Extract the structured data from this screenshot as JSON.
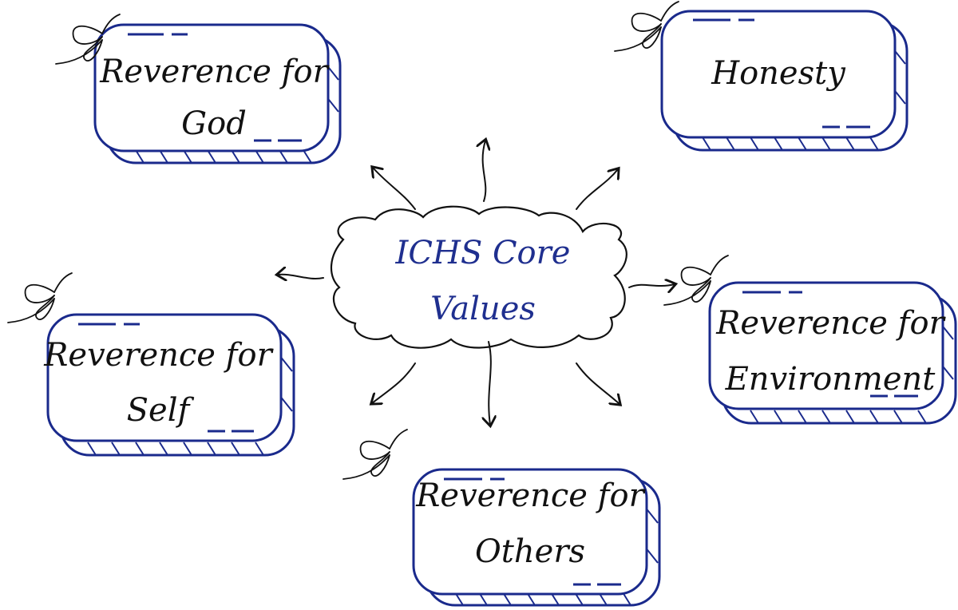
{
  "center": {
    "line1": "ICHS Core",
    "line2": "Values"
  },
  "values": [
    {
      "id": "god",
      "line1": "Reverence for",
      "line2": "God"
    },
    {
      "id": "honesty",
      "line1": "Honesty",
      "line2": ""
    },
    {
      "id": "self",
      "line1": "Reverence for",
      "line2": "Self"
    },
    {
      "id": "environment",
      "line1": "Reverence for",
      "line2": "Environment"
    },
    {
      "id": "others",
      "line1": "Reverence for",
      "line2": "Others"
    }
  ],
  "colors": {
    "box_stroke": "#1a2a8c",
    "center_text": "#1f2f8f",
    "line": "#111111"
  }
}
